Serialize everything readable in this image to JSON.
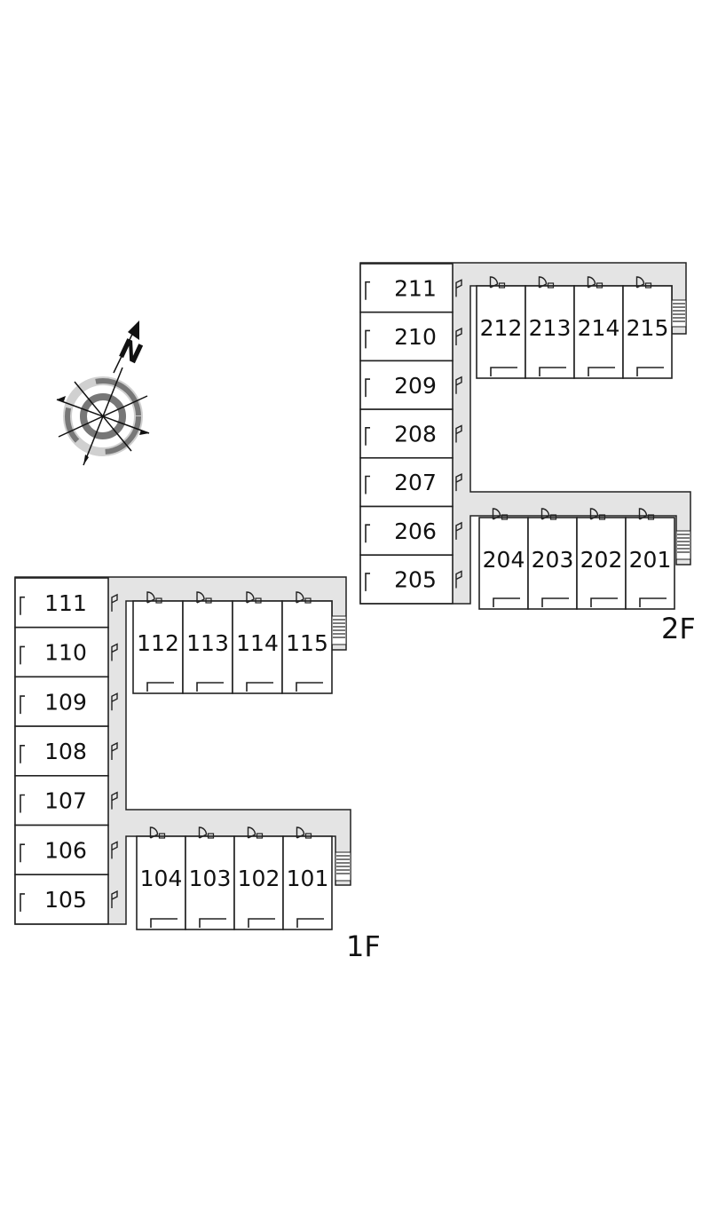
{
  "compass": {
    "label": "N",
    "icon": "compass-rose-icon"
  },
  "colors": {
    "corridor": "#e4e4e4",
    "wall": "#222222",
    "room": "#ffffff"
  },
  "floors": [
    {
      "label": "2F",
      "west_column": [
        "211",
        "210",
        "209",
        "208",
        "207",
        "206",
        "205"
      ],
      "north_row": [
        "212",
        "213",
        "214",
        "215"
      ],
      "south_row": [
        "204",
        "203",
        "202",
        "201"
      ]
    },
    {
      "label": "1F",
      "west_column": [
        "111",
        "110",
        "109",
        "108",
        "107",
        "106",
        "105"
      ],
      "north_row": [
        "112",
        "113",
        "114",
        "115"
      ],
      "south_row": [
        "104",
        "103",
        "102",
        "101"
      ]
    }
  ]
}
